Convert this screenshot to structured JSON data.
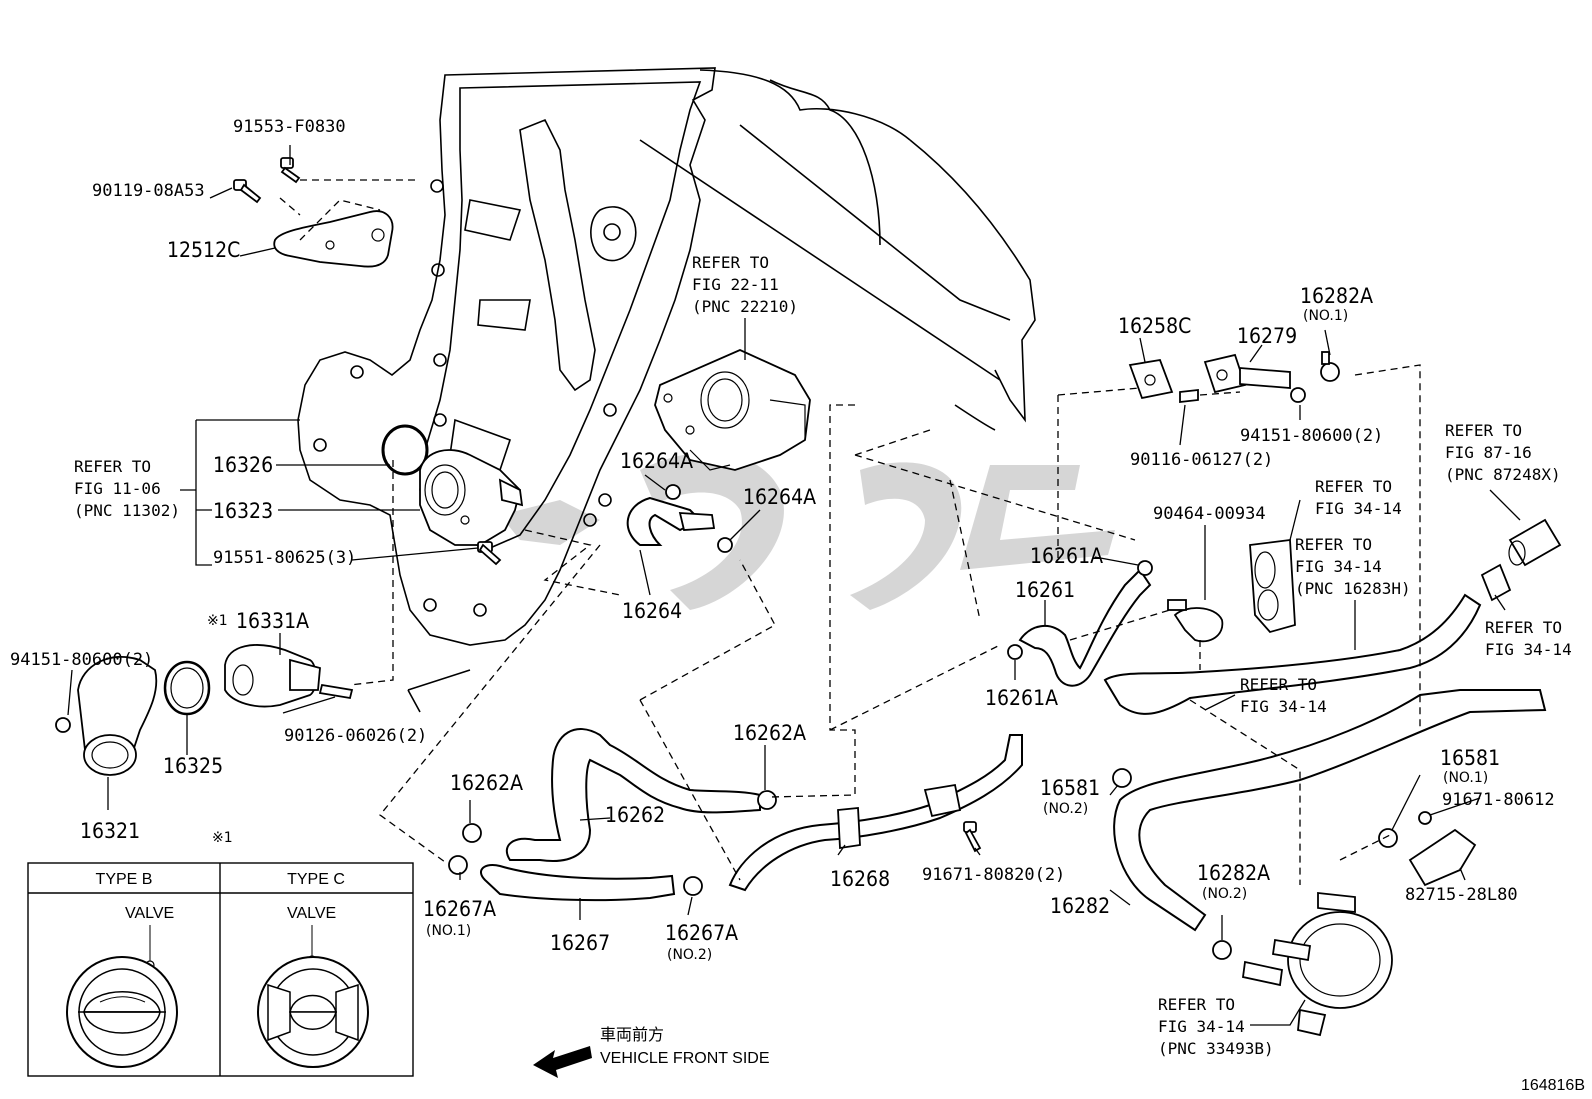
{
  "labels": {
    "p91553": "91553-F0830",
    "p90119": "90119-08A53",
    "p12512C": "12512C",
    "ref_fig22": [
      "REFER TO",
      "FIG 22-11",
      "(PNC 22210)"
    ],
    "ref_fig11": [
      "REFER TO",
      "FIG 11-06",
      "(PNC 11302)"
    ],
    "p16326": "16326",
    "p16323": "16323",
    "p91551": "91551-80625(3)",
    "p16331A": "16331A",
    "mark1": "※1",
    "p94151_left": "94151-80600(2)",
    "p16325": "16325",
    "p90126": "90126-06026(2)",
    "p16321": "16321",
    "p16264A_1": "16264A",
    "p16264A_2": "16264A",
    "p16264": "16264",
    "p16258C": "16258C",
    "p16279": "16279",
    "p16282A_top": "16282A",
    "no1_top": "(NO.1)",
    "p94151_right": "94151-80600(2)",
    "p90116": "90116-06127(2)",
    "p90464": "90464-00934",
    "ref_fig34_a": [
      "REFER TO",
      "FIG 34-14"
    ],
    "ref_fig87": [
      "REFER TO",
      "FIG 87-16",
      "(PNC 87248X)"
    ],
    "p16261A_1": "16261A",
    "p16261": "16261",
    "ref_fig34_b": [
      "REFER TO",
      "FIG 34-14",
      "(PNC 16283H)"
    ],
    "ref_fig34_c": [
      "REFER TO",
      "FIG 34-14"
    ],
    "p16261A_2": "16261A",
    "ref_fig34_d": [
      "REFER TO",
      "FIG 34-14"
    ],
    "p16262A_1": "16262A",
    "p16262A_2": "16262A",
    "p16262": "16262",
    "p16581_left": "16581",
    "no2_16581": "(NO.2)",
    "p16581_right": "16581",
    "no1_16581": "(NO.1)",
    "p91671_80612": "91671-80612",
    "p91671_80820": "91671-80820(2)",
    "p16268": "16268",
    "p16267A_1": "16267A",
    "no1_16267A": "(NO.1)",
    "p16267": "16267",
    "p16267A_2": "16267A",
    "no2_16267A": "(NO.2)",
    "p16282": "16282",
    "p16282A_bot": "16282A",
    "no2_16282A": "(NO.2)",
    "p82715": "82715-28L80",
    "ref_fig34_e": [
      "REFER TO",
      "FIG 34-14",
      "(PNC 33493B)"
    ],
    "front_jp": "車両前方",
    "front_en": "VEHICLE FRONT SIDE",
    "fig_id": "164816B"
  },
  "legend": {
    "mark": "※1",
    "type_b": "TYPE B",
    "type_c": "TYPE C",
    "valve_b": "VALVE",
    "valve_c": "VALVE"
  }
}
